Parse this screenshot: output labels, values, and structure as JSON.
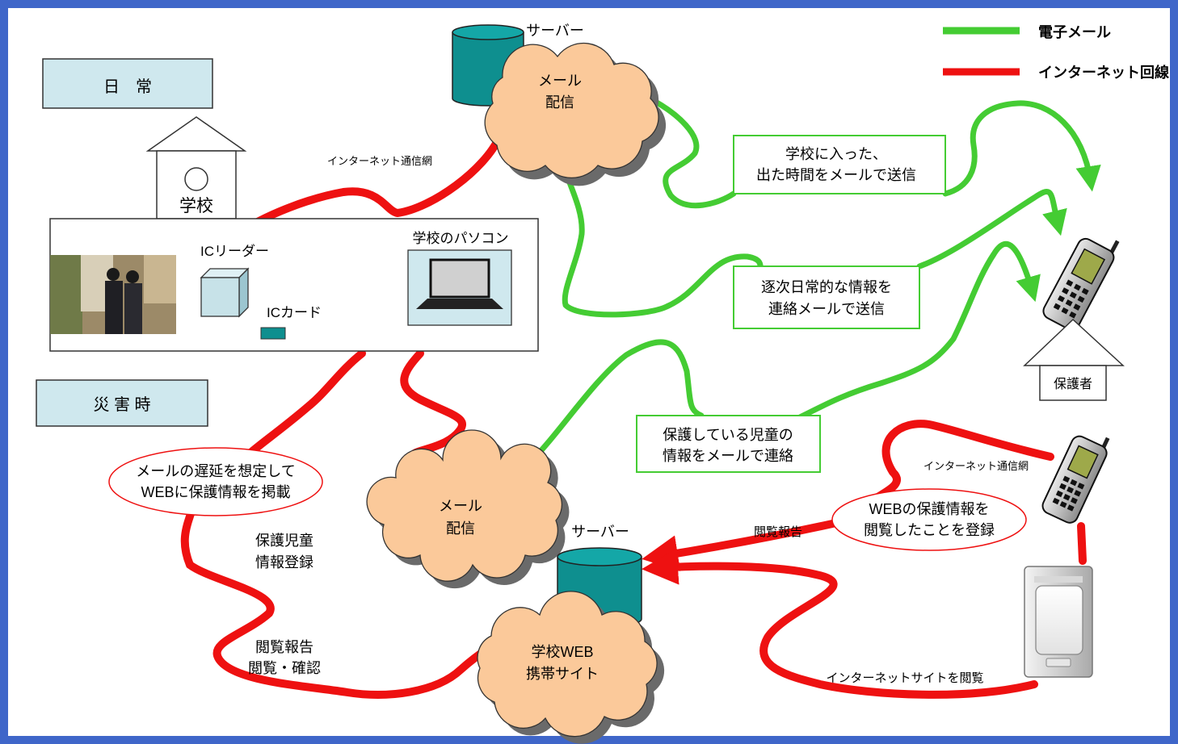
{
  "legend": {
    "email_label": "電子メール",
    "internet_label": "インターネット回線",
    "email_color": "#44cc33",
    "internet_color": "#ee1111"
  },
  "modes": {
    "normal": "日　常",
    "disaster": "災 害 時"
  },
  "school": {
    "building_label": "学校",
    "ic_reader_label": "ICリーダー",
    "ic_card_label": "ICカード",
    "pc_label": "学校のパソコン"
  },
  "servers": {
    "top_label": "サーバー",
    "bottom_label": "サーバー"
  },
  "clouds": {
    "top": [
      "メール",
      "配信"
    ],
    "middle": [
      "メール",
      "配信"
    ],
    "web": [
      "学校WEB",
      "携帯サイト"
    ]
  },
  "network_labels": {
    "top": "インターネット通信網",
    "right": "インターネット通信網",
    "site_browse": "インターネットサイトを閲覧",
    "view_report": "閲覧報告"
  },
  "boxes": {
    "entry_exit": [
      "学校に入った、",
      "出た時間をメールで送信"
    ],
    "daily": [
      "逐次日常的な情報を",
      "連絡メールで送信"
    ],
    "protected": [
      "保護している児童の",
      "情報をメールで連絡"
    ]
  },
  "ovals": {
    "delay": [
      "メールの遅延を想定して",
      "WEBに保護情報を掲載"
    ],
    "register": [
      "WEBの保護情報を",
      "閲覧したことを登録"
    ]
  },
  "side_labels": {
    "child_info": [
      "保護児童",
      "情報登録"
    ],
    "view_confirm": [
      "閲覧報告",
      "閲覧・確認"
    ]
  },
  "guardian_label": "保護者"
}
